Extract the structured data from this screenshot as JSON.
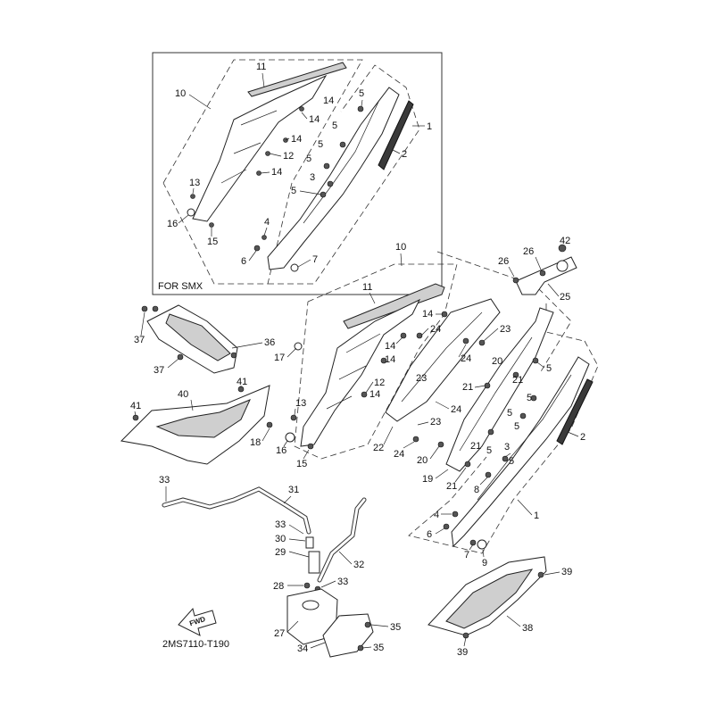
{
  "inset": {
    "caption": "FOR SMX"
  },
  "diagram_code": "2MS7110-T190",
  "fwd_label": "FWD",
  "callouts": [
    {
      "id": "i11",
      "text": "11"
    },
    {
      "id": "i10",
      "text": "10"
    },
    {
      "id": "i14a",
      "text": "14"
    },
    {
      "id": "i5a",
      "text": "5"
    },
    {
      "id": "i1",
      "text": "1"
    },
    {
      "id": "i14b",
      "text": "14"
    },
    {
      "id": "i5b",
      "text": "5"
    },
    {
      "id": "i14c",
      "text": "14"
    },
    {
      "id": "i5c",
      "text": "5"
    },
    {
      "id": "i2",
      "text": "2"
    },
    {
      "id": "i12",
      "text": "12"
    },
    {
      "id": "i5d",
      "text": "5"
    },
    {
      "id": "i14d",
      "text": "14"
    },
    {
      "id": "i3",
      "text": "3"
    },
    {
      "id": "i5e",
      "text": "5"
    },
    {
      "id": "i13",
      "text": "13"
    },
    {
      "id": "i16",
      "text": "16"
    },
    {
      "id": "i15",
      "text": "15"
    },
    {
      "id": "i4",
      "text": "4"
    },
    {
      "id": "i6",
      "text": "6"
    },
    {
      "id": "i7",
      "text": "7"
    },
    {
      "id": "m10",
      "text": "10"
    },
    {
      "id": "m11",
      "text": "11"
    },
    {
      "id": "m42",
      "text": "42"
    },
    {
      "id": "m26a",
      "text": "26"
    },
    {
      "id": "m26b",
      "text": "26"
    },
    {
      "id": "m25",
      "text": "25"
    },
    {
      "id": "m14a",
      "text": "14"
    },
    {
      "id": "m37a",
      "text": "37"
    },
    {
      "id": "m36",
      "text": "36"
    },
    {
      "id": "m37b",
      "text": "37"
    },
    {
      "id": "m17",
      "text": "17"
    },
    {
      "id": "m14b",
      "text": "14"
    },
    {
      "id": "m24a",
      "text": "24"
    },
    {
      "id": "m23a",
      "text": "23"
    },
    {
      "id": "m14c",
      "text": "14"
    },
    {
      "id": "m24b",
      "text": "24"
    },
    {
      "id": "m20a",
      "text": "20"
    },
    {
      "id": "m5a",
      "text": "5"
    },
    {
      "id": "m12",
      "text": "12"
    },
    {
      "id": "m23b",
      "text": "23"
    },
    {
      "id": "m21a",
      "text": "21"
    },
    {
      "id": "m21b",
      "text": "21"
    },
    {
      "id": "m5b",
      "text": "5"
    },
    {
      "id": "m41a",
      "text": "41"
    },
    {
      "id": "m14d",
      "text": "14"
    },
    {
      "id": "m40",
      "text": "40"
    },
    {
      "id": "m13",
      "text": "13"
    },
    {
      "id": "m24c",
      "text": "24"
    },
    {
      "id": "m5c",
      "text": "5"
    },
    {
      "id": "m41b",
      "text": "41"
    },
    {
      "id": "m23c",
      "text": "23"
    },
    {
      "id": "m5d",
      "text": "5"
    },
    {
      "id": "m2",
      "text": "2"
    },
    {
      "id": "m18",
      "text": "18"
    },
    {
      "id": "m16",
      "text": "16"
    },
    {
      "id": "m15",
      "text": "15"
    },
    {
      "id": "m22",
      "text": "22"
    },
    {
      "id": "m24d",
      "text": "24"
    },
    {
      "id": "m21c",
      "text": "21"
    },
    {
      "id": "m5e",
      "text": "5"
    },
    {
      "id": "m3",
      "text": "3"
    },
    {
      "id": "m20b",
      "text": "20"
    },
    {
      "id": "m5f",
      "text": "5"
    },
    {
      "id": "m19",
      "text": "19"
    },
    {
      "id": "m21d",
      "text": "21"
    },
    {
      "id": "m8",
      "text": "8"
    },
    {
      "id": "m33a",
      "text": "33"
    },
    {
      "id": "m31",
      "text": "31"
    },
    {
      "id": "m1",
      "text": "1"
    },
    {
      "id": "m4",
      "text": "4"
    },
    {
      "id": "m33b",
      "text": "33"
    },
    {
      "id": "m6",
      "text": "6"
    },
    {
      "id": "m30",
      "text": "30"
    },
    {
      "id": "m29",
      "text": "29"
    },
    {
      "id": "m7",
      "text": "7"
    },
    {
      "id": "m9",
      "text": "9"
    },
    {
      "id": "m32",
      "text": "32"
    },
    {
      "id": "m39a",
      "text": "39"
    },
    {
      "id": "m28",
      "text": "28"
    },
    {
      "id": "m33c",
      "text": "33"
    },
    {
      "id": "m35a",
      "text": "35"
    },
    {
      "id": "m38",
      "text": "38"
    },
    {
      "id": "m27",
      "text": "27"
    },
    {
      "id": "m34",
      "text": "34"
    },
    {
      "id": "m35b",
      "text": "35"
    },
    {
      "id": "m39b",
      "text": "39"
    }
  ]
}
